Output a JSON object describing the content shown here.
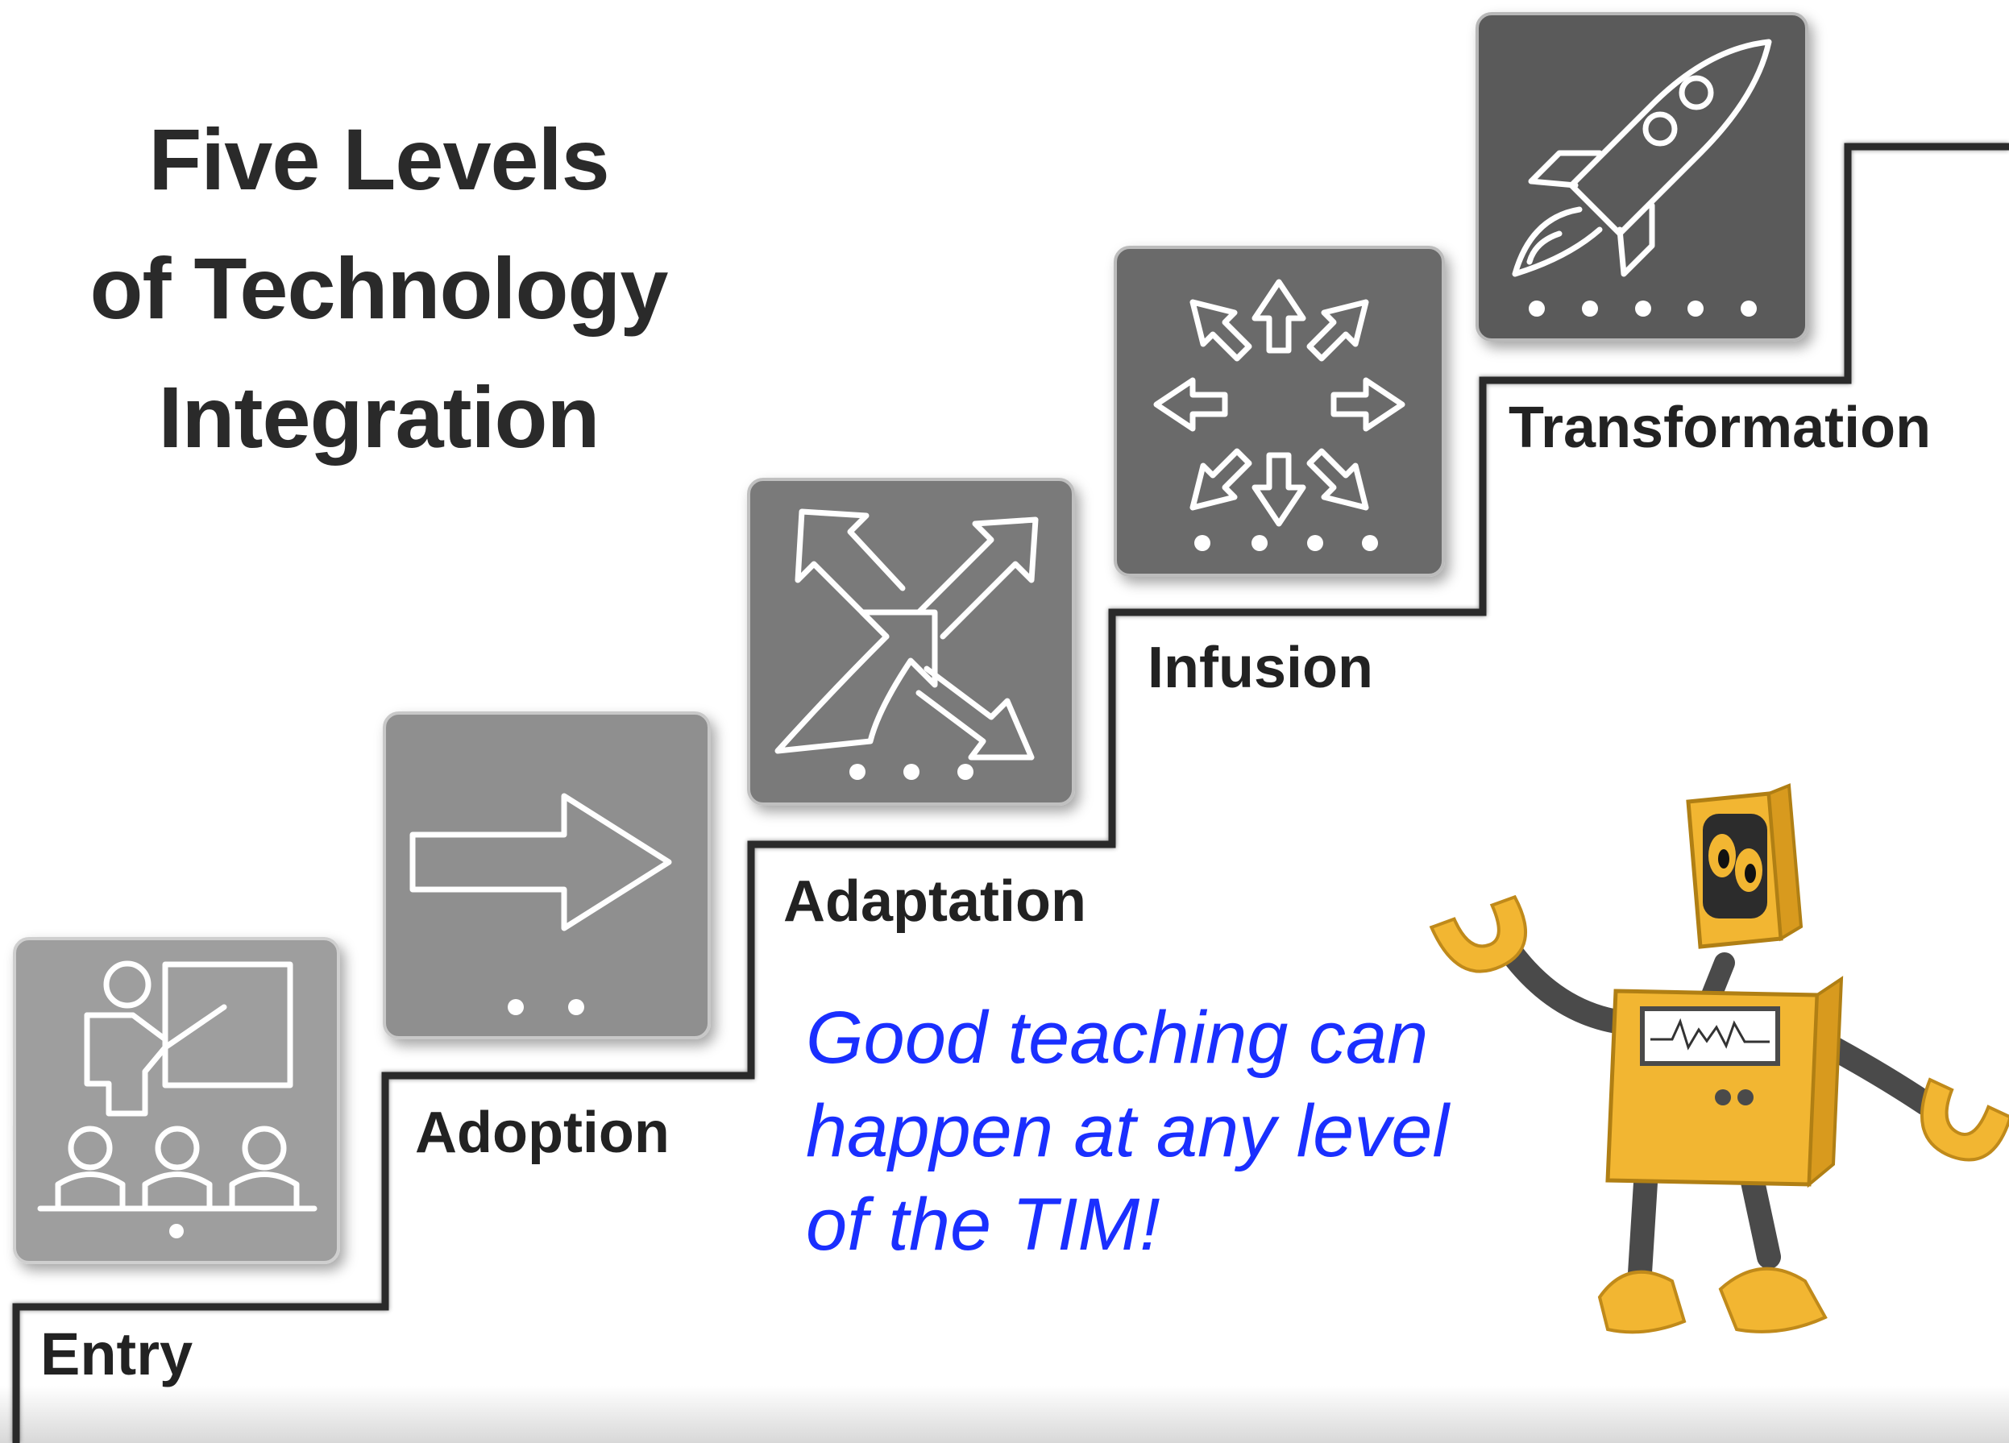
{
  "title": {
    "line1": "Five Levels",
    "line2": "of Technology",
    "line3": "Integration"
  },
  "levels": [
    {
      "name": "Entry",
      "dots": 1,
      "icon": "teacher-presentation-icon",
      "tile_color": "#9e9e9e"
    },
    {
      "name": "Adoption",
      "dots": 2,
      "icon": "arrow-right-icon",
      "tile_color": "#8f8f8f"
    },
    {
      "name": "Adaptation",
      "dots": 3,
      "icon": "diverging-arrows-icon",
      "tile_color": "#7a7a7a"
    },
    {
      "name": "Infusion",
      "dots": 4,
      "icon": "radiating-arrows-icon",
      "tile_color": "#6a6a6a"
    },
    {
      "name": "Transformation",
      "dots": 5,
      "icon": "rocket-icon",
      "tile_color": "#5a5a5a"
    }
  ],
  "note": {
    "line1": "Good teaching can",
    "line2": "happen at any level",
    "line3": "of the TIM!"
  },
  "mascot": {
    "icon": "robot-mascot-icon",
    "body_color": "#f2b632"
  },
  "colors": {
    "note_text": "#1a2fff",
    "stair_line": "#2a2a2a",
    "label_text": "#222222"
  }
}
